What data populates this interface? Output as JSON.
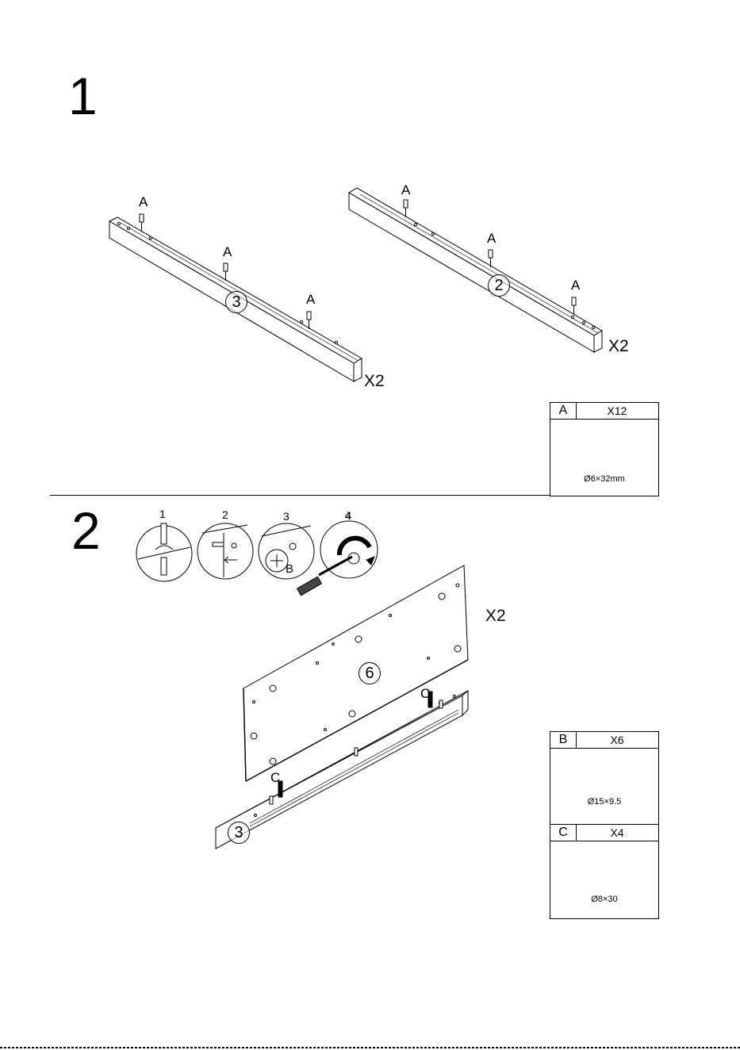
{
  "step1": {
    "number": "1",
    "fastener_label": "A",
    "part_left": "3",
    "part_right": "2",
    "qty_left": "X2",
    "qty_right": "X2"
  },
  "step2": {
    "number": "2",
    "substeps": [
      "1",
      "2",
      "3",
      "4"
    ],
    "cam_label": "B",
    "dowel_label": "C",
    "panel_part": "6",
    "rail_part": "3",
    "qty_panel": "X2"
  },
  "hardware": [
    {
      "letter": "A",
      "count": "X12",
      "size": "Ø6×32mm",
      "icon": "cam-bolt-icon"
    },
    {
      "letter": "B",
      "count": "X6",
      "size": "Ø15×9.5",
      "icon": "cam-lock-icon"
    },
    {
      "letter": "C",
      "count": "X4",
      "size": "Ø8×30",
      "icon": "wood-dowel-icon"
    }
  ]
}
